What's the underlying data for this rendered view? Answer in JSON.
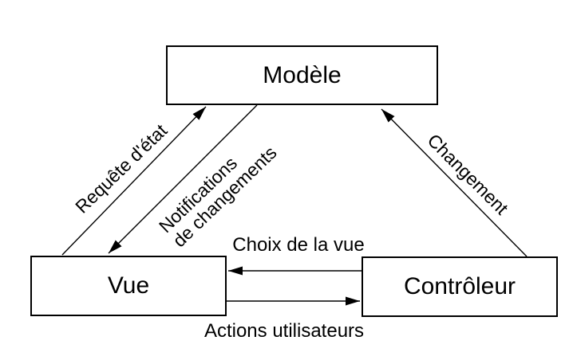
{
  "nodes": [
    {
      "id": "modele",
      "label": "Modèle"
    },
    {
      "id": "vue",
      "label": "Vue"
    },
    {
      "id": "controleur",
      "label": "Contrôleur"
    }
  ],
  "edges": [
    {
      "from": "Vue",
      "to": "Modèle",
      "label": "Requête d'état"
    },
    {
      "from": "Modèle",
      "to": "Vue",
      "label": "Notifications de changements",
      "label_lines": [
        "Notifications",
        "de changements"
      ]
    },
    {
      "from": "Contrôleur",
      "to": "Modèle",
      "label": "Changement"
    },
    {
      "from": "Contrôleur",
      "to": "Vue",
      "label": "Choix de la vue"
    },
    {
      "from": "Vue",
      "to": "Contrôleur",
      "label": "Actions utilisateurs"
    }
  ],
  "colors": {
    "background": "#ffffff",
    "line": "#000000",
    "text": "#000000"
  }
}
